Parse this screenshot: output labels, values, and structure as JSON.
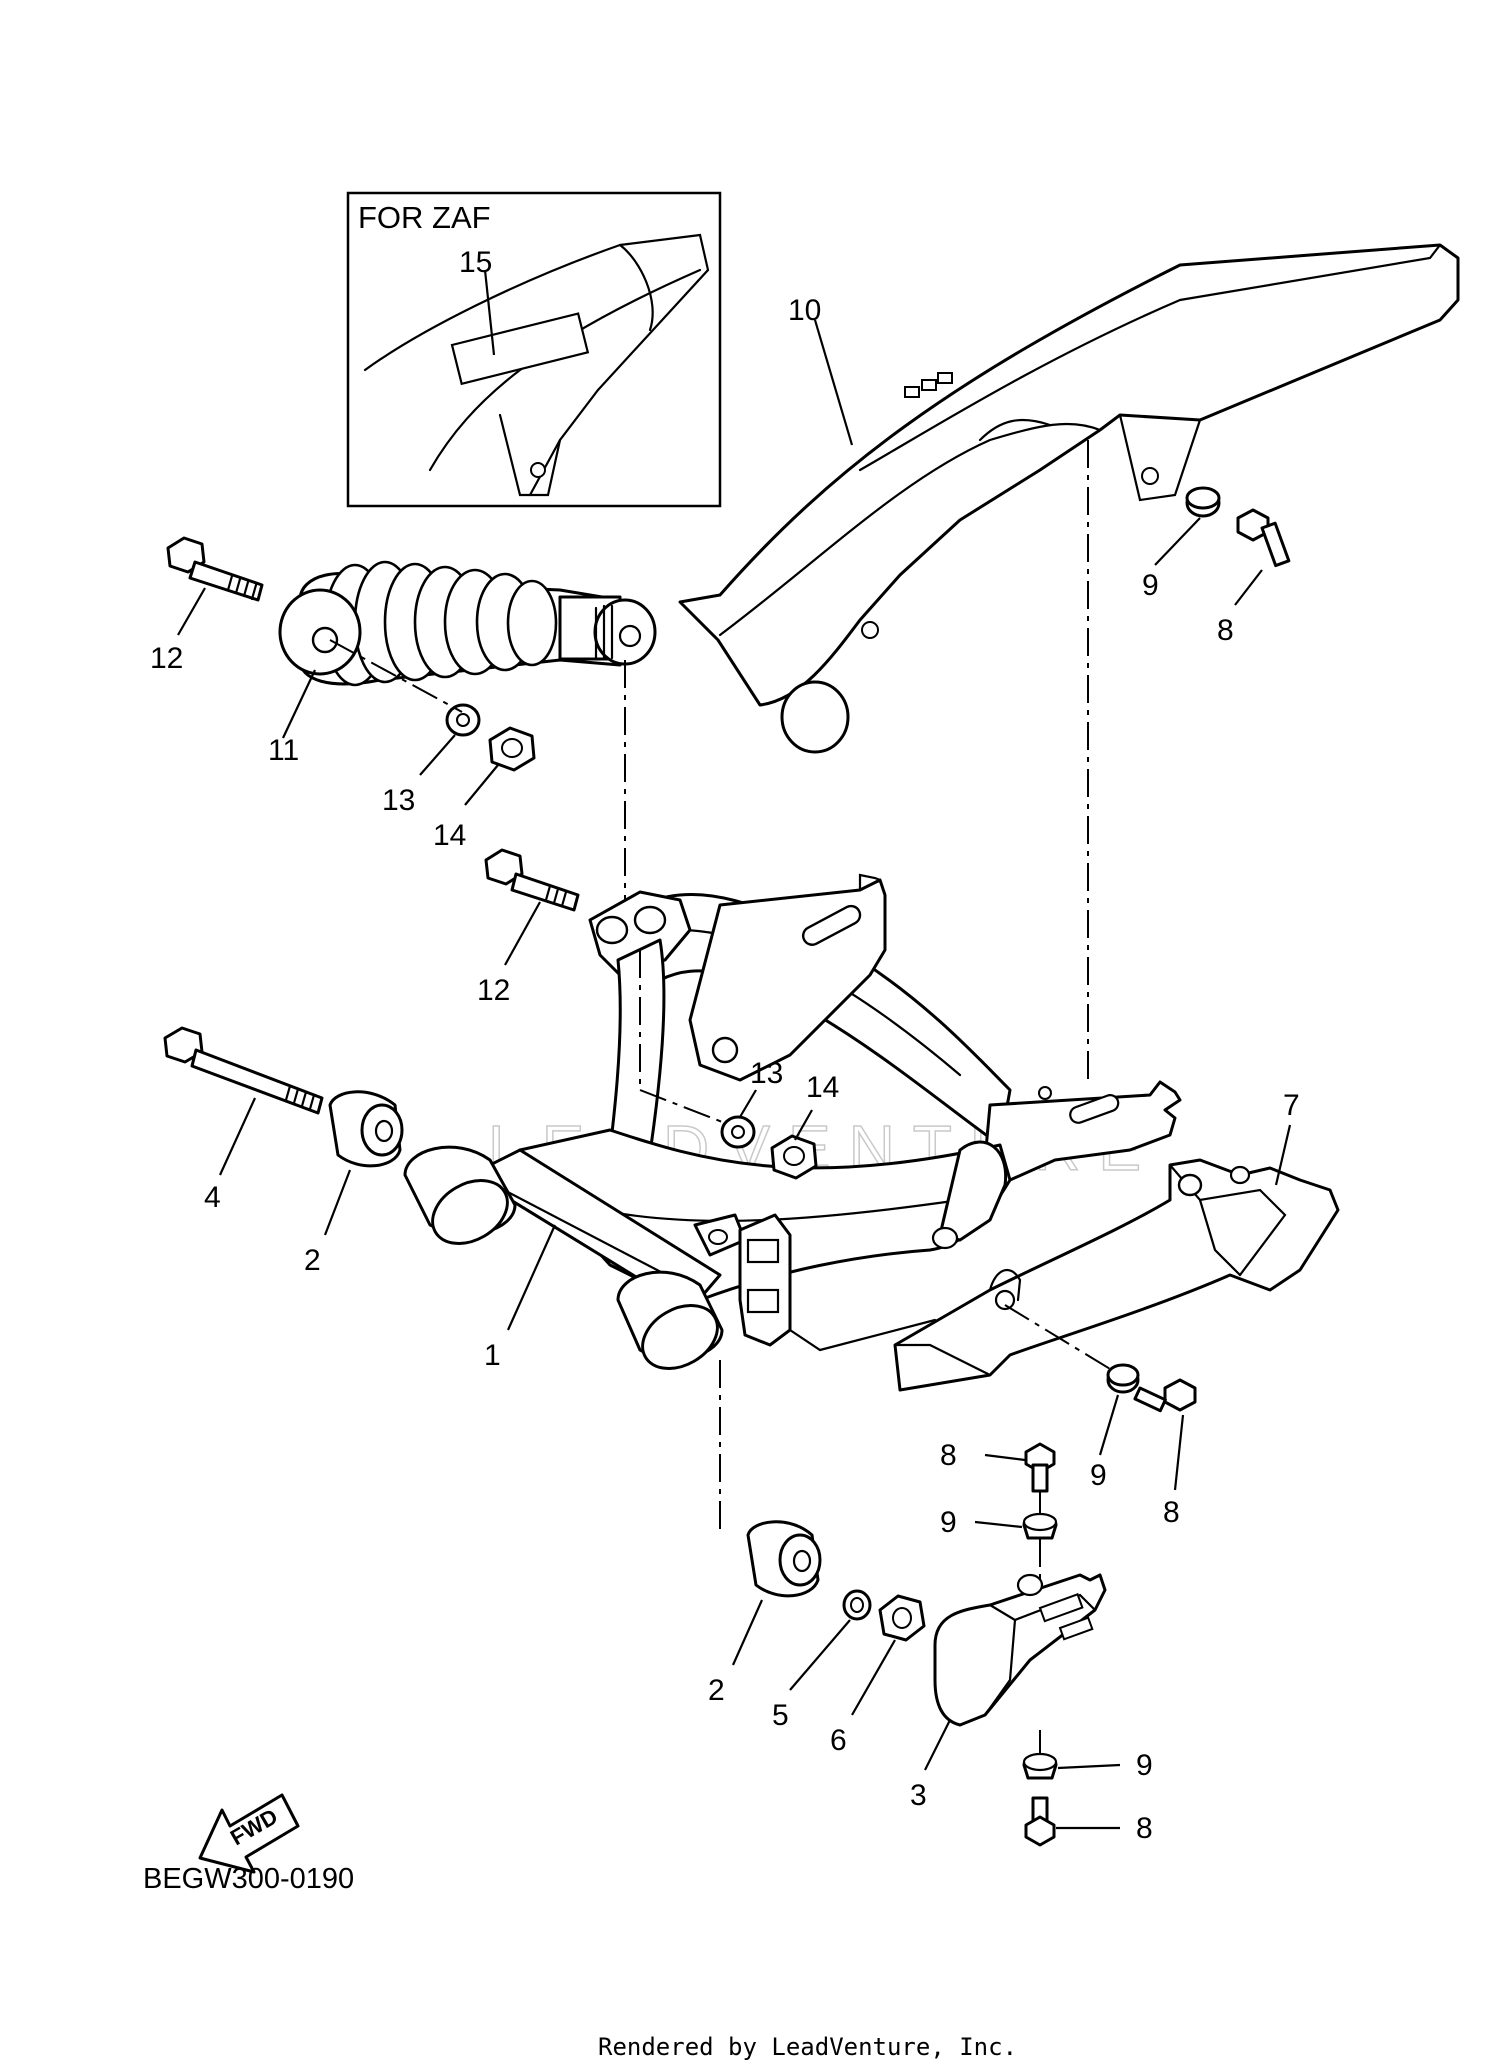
{
  "diagram": {
    "inset_label": "FOR ZAF",
    "diagram_code": "BEGW300-0190",
    "fwd_label": "FWD",
    "footer": "Rendered by LeadVenture, Inc.",
    "watermark": "LEADVENTURE",
    "callouts": {
      "c1": "1",
      "c2a": "2",
      "c2b": "2",
      "c3": "3",
      "c4": "4",
      "c5": "5",
      "c6": "6",
      "c7": "7",
      "c8a": "8",
      "c8b": "8",
      "c8c": "8",
      "c8d": "8",
      "c9a": "9",
      "c9b": "9",
      "c9c": "9",
      "c9d": "9",
      "c10": "10",
      "c11": "11",
      "c12a": "12",
      "c12b": "12",
      "c13a": "13",
      "c13b": "13",
      "c14a": "14",
      "c14b": "14",
      "c15": "15"
    }
  }
}
